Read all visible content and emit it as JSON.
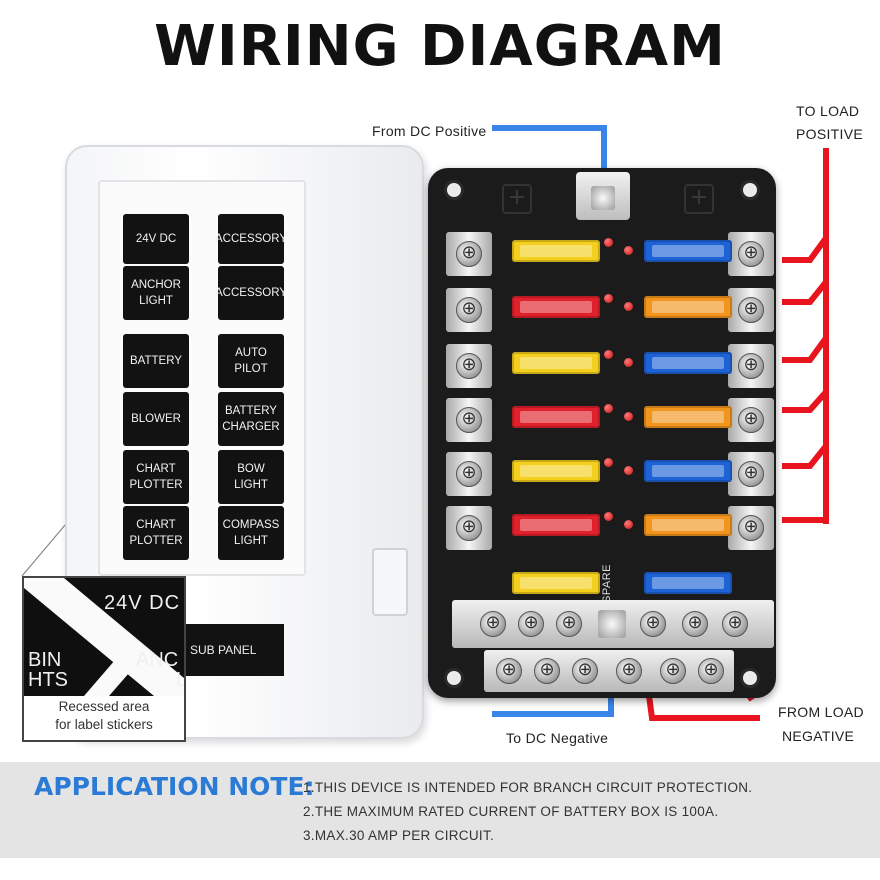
{
  "title": "WIRING DIAGRAM",
  "callouts": {
    "dc_positive": "From DC Positive",
    "load_positive_line1": "TO LOAD",
    "load_positive_line2": "POSITIVE",
    "dc_negative": "To DC Negative",
    "load_negative_line1": "FROM LOAD",
    "load_negative_line2": "NEGATIVE"
  },
  "wire_colors": {
    "positive_feed": "#3a86e8",
    "negative_feed": "#3a86e8",
    "load": "#e8141e"
  },
  "stickers": [
    [
      "24V DC"
    ],
    [
      "ACCESSORY"
    ],
    [
      "ANCHOR",
      "LIGHT"
    ],
    [
      "ACCESSORY"
    ],
    [
      "BATTERY"
    ],
    [
      "AUTO",
      "PILOT"
    ],
    [
      "BLOWER"
    ],
    [
      "BATTERY",
      "CHARGER"
    ],
    [
      "CHART",
      "PLOTTER"
    ],
    [
      "BOW",
      "LIGHT"
    ],
    [
      "CHART",
      "PLOTTER"
    ],
    [
      "COMPASS",
      "LIGHT"
    ]
  ],
  "sub_panel_label": "C SUB PANEL",
  "zoom": {
    "text_a": "24V DC",
    "text_b": "BIN",
    "text_b2": "HTS",
    "text_c": "ANC",
    "text_c2": "LI",
    "caption_line1": "Recessed area",
    "caption_line2": "for label stickers"
  },
  "fuse_rows": [
    {
      "left": "yellow",
      "right": "blue"
    },
    {
      "left": "red",
      "right": "orange"
    },
    {
      "left": "yellow",
      "right": "blue"
    },
    {
      "left": "red",
      "right": "orange"
    },
    {
      "left": "yellow",
      "right": "blue"
    },
    {
      "left": "red",
      "right": "orange"
    },
    {
      "left": "yellow",
      "right": "blue"
    }
  ],
  "fuse_colors": {
    "yellow": "#f4cf1e",
    "blue": "#1e63d6",
    "red": "#e0202a",
    "orange": "#f2951e"
  },
  "spare_label": "SPARE",
  "application_note": {
    "title": "APPLICATION NOTE:",
    "lines": [
      "1.THIS DEVICE IS INTENDED FOR BRANCH CIRCUIT PROTECTION.",
      "2.THE MAXIMUM RATED CURRENT OF BATTERY BOX IS 100A.",
      "3.MAX.30 AMP PER CIRCUIT."
    ]
  }
}
